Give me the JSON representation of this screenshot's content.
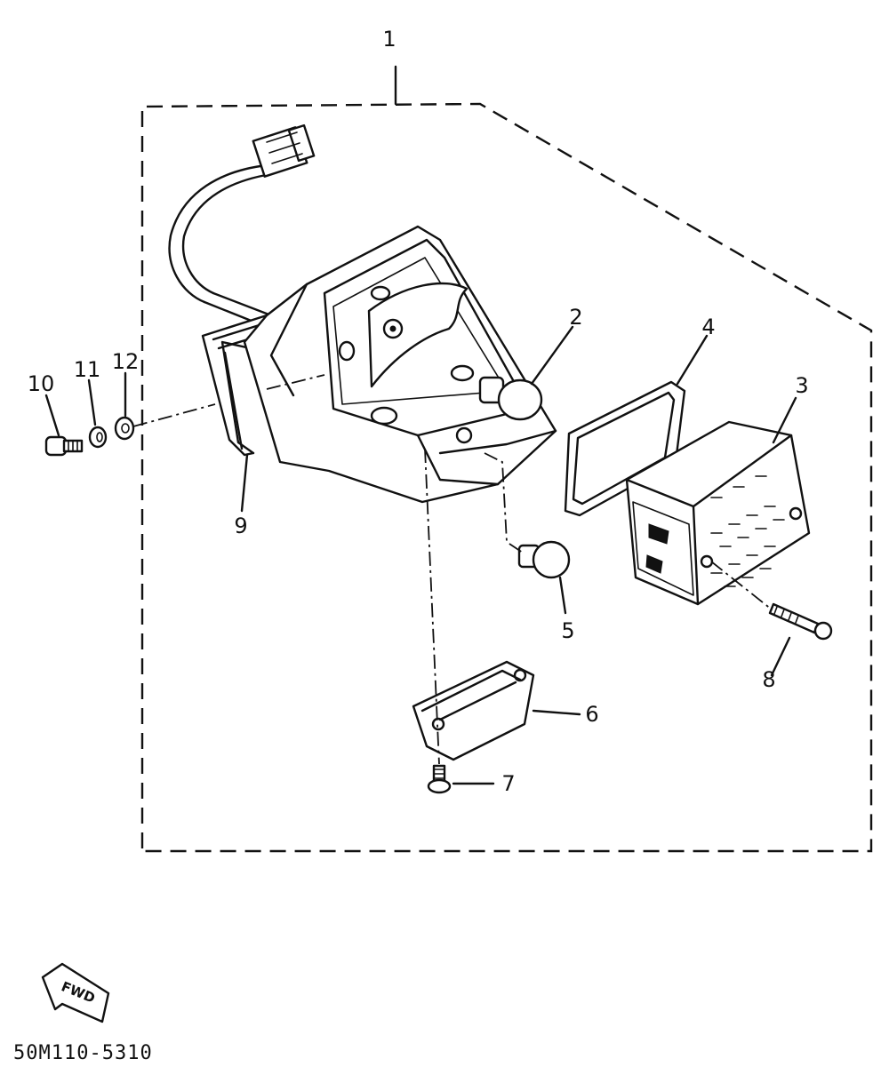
{
  "diagram": {
    "callouts": {
      "c1": "1",
      "c2": "2",
      "c3": "3",
      "c4": "4",
      "c5": "5",
      "c6": "6",
      "c7": "7",
      "c8": "8",
      "c9": "9",
      "c10": "10",
      "c11": "11",
      "c12": "12"
    },
    "fwd_label": "FWD",
    "drawing_code": "50M110-5310"
  }
}
